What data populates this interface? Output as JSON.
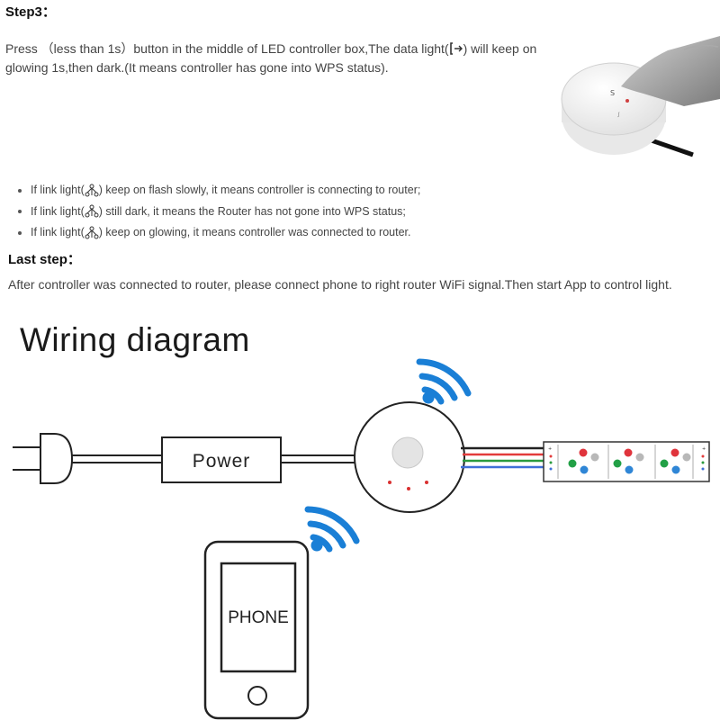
{
  "step3": {
    "heading": "Step3：",
    "text_before_icon": "Press （less than 1s）button in the middle of LED controller box,The data light(",
    "text_after_icon": ") will keep on glowing 1s,then dark.(It means controller has gone into WPS status)."
  },
  "bullets": [
    {
      "prefix": "If link light(",
      "suffix": ") keep on flash slowly, it means controller is connecting to router;"
    },
    {
      "prefix": "If link light(",
      "suffix": ") still dark, it means the Router has not gone into WPS status;"
    },
    {
      "prefix": "If link light(",
      "suffix": ") keep on glowing, it means controller was connected to router."
    }
  ],
  "last_step": {
    "heading": "Last step：",
    "text": "After controller was connected to router, please connect phone to right router WiFi signal.Then start App to control light."
  },
  "wiring": {
    "title": "Wiring diagram",
    "power_label": "Power",
    "phone_label": "PHONE"
  },
  "colors": {
    "wifi": "#1a7fd6",
    "wire_red": "#e23b3b",
    "wire_green": "#2a9a3e",
    "wire_blue": "#3f6fd8",
    "wire_black": "#222222",
    "led_red": "#e0343c",
    "led_green": "#22a046",
    "led_blue": "#2f86d6",
    "led_white": "#b8b8b8"
  }
}
